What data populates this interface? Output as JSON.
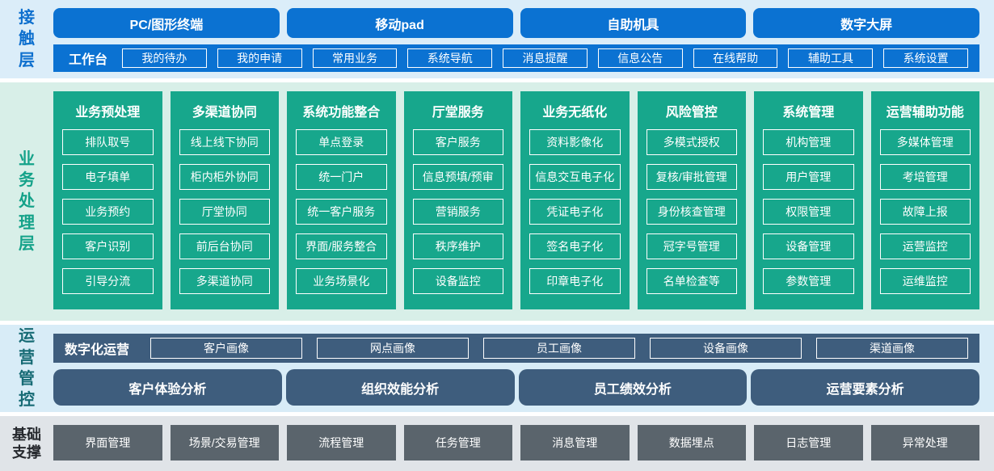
{
  "colors": {
    "accent_blue": "#0b72d2",
    "accent_green": "#17a78c",
    "accent_slate": "#3e5d7d",
    "accent_gray": "#5a646c",
    "band_blue_bg": "#dbedf9",
    "band_green_bg": "#d8efe8",
    "band_ops_bg": "#d8ecf7",
    "band_gray_bg": "#e0e4e8"
  },
  "contact_layer": {
    "label": "接\n触\n层",
    "terminals": [
      "PC/图形终端",
      "移动pad",
      "自助机具",
      "数字大屏"
    ],
    "workbench": {
      "label": "工作台",
      "items": [
        "我的待办",
        "我的申请",
        "常用业务",
        "系统导航",
        "消息提醒",
        "信息公告",
        "在线帮助",
        "辅助工具",
        "系统设置"
      ]
    }
  },
  "business_layer": {
    "label": "业\n务\n处\n理\n层",
    "columns": [
      {
        "title": "业务预处理",
        "items": [
          "排队取号",
          "电子填单",
          "业务预约",
          "客户识别",
          "引导分流"
        ]
      },
      {
        "title": "多渠道协同",
        "items": [
          "线上线下协同",
          "柜内柜外协同",
          "厅堂协同",
          "前后台协同",
          "多渠道协同"
        ]
      },
      {
        "title": "系统功能整合",
        "items": [
          "单点登录",
          "统一门户",
          "统一客户服务",
          "界面/服务整合",
          "业务场景化"
        ]
      },
      {
        "title": "厅堂服务",
        "items": [
          "客户服务",
          "信息预填/预审",
          "营销服务",
          "秩序维护",
          "设备监控"
        ]
      },
      {
        "title": "业务无纸化",
        "items": [
          "资料影像化",
          "信息交互电子化",
          "凭证电子化",
          "签名电子化",
          "印章电子化"
        ]
      },
      {
        "title": "风险管控",
        "items": [
          "多模式授权",
          "复核/审批管理",
          "身份核查管理",
          "冠字号管理",
          "名单检查等"
        ]
      },
      {
        "title": "系统管理",
        "items": [
          "机构管理",
          "用户管理",
          "权限管理",
          "设备管理",
          "参数管理"
        ]
      },
      {
        "title": "运营辅助功能",
        "items": [
          "多媒体管理",
          "考培管理",
          "故障上报",
          "运营监控",
          "运维监控"
        ]
      }
    ]
  },
  "operations_layer": {
    "label": "运\n营\n管\n控",
    "digital_ops": {
      "label": "数字化运营",
      "items": [
        "客户画像",
        "网点画像",
        "员工画像",
        "设备画像",
        "渠道画像"
      ]
    },
    "analysis": [
      "客户体验分析",
      "组织效能分析",
      "员工绩效分析",
      "运营要素分析"
    ]
  },
  "foundation_layer": {
    "label": "基础\n支撑",
    "items": [
      "界面管理",
      "场景/交易管理",
      "流程管理",
      "任务管理",
      "消息管理",
      "数据埋点",
      "日志管理",
      "异常处理"
    ]
  }
}
